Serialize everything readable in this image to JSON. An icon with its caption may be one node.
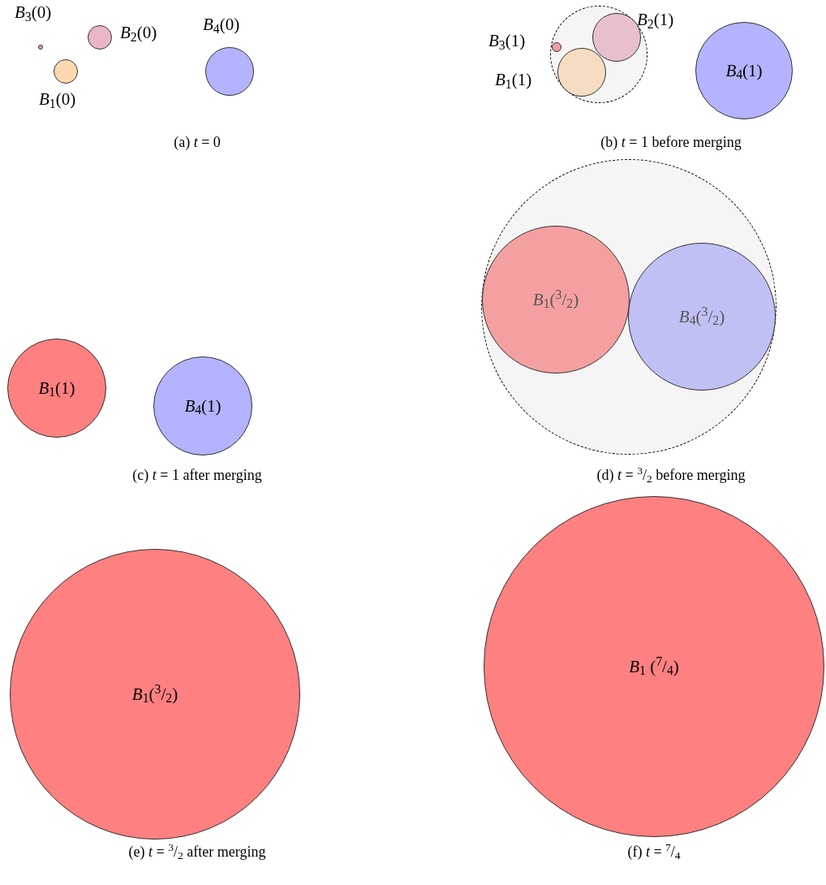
{
  "diagram": {
    "nodes": [
      {
        "text": [],
        "shape": "circle",
        "beside": [
          "*B*$_{3}$(0)"
        ]
      },
      {
        "text": [],
        "shape": "circle",
        "beside": [
          "*B*$_{2}$(0)"
        ]
      },
      {
        "text": [],
        "shape": "circle",
        "beside": [
          "*B*$_{1}$(0)"
        ]
      },
      {
        "text": [],
        "shape": "circle",
        "beside": [
          "*B*$_{4}$(0)"
        ]
      },
      {
        "text": [],
        "shape": "circle"
      },
      {
        "text": [],
        "shape": "circle",
        "in": 4,
        "beside": [
          "*B*$_{3}$(1)"
        ]
      },
      {
        "text": [],
        "shape": "circle",
        "in": 4,
        "beside": [
          "*B*$_{2}$(1)"
        ]
      },
      {
        "text": [],
        "shape": "circle",
        "in": 4,
        "beside": [
          "*B*$_{1}$(1)"
        ]
      },
      {
        "text": [
          "*B*$_{4}$(1)"
        ]
      },
      {
        "text": [
          "*B*$_{1}$(1)"
        ]
      },
      {
        "text": [
          "*B*$_{4}$(1)"
        ]
      },
      {
        "text": [],
        "shape": "circle"
      },
      {
        "text": [
          "*B*$_{1}$($^{3}$/$_{2}$)"
        ],
        "in": 11
      },
      {
        "text": [
          "*B*$_{4}$($^{3}$/$_{2}$)"
        ],
        "in": 11
      },
      {
        "text": [
          "*B*$_{1}$($^{3}$/$_{2}$)"
        ]
      },
      {
        "text": [
          "*B*$_{1}$ ($^{7}$/$_{4}$)"
        ]
      }
    ],
    "labels": [
      "(a) *t* = 0",
      "(b) *t* = 1 before merging",
      "(c) *t* = 1 after merging",
      "(d) *t* = $^{3}$/$_{2}$ before merging",
      "(e) *t* = $^{3}$/$_{2}$ after merging",
      "(f) *t* = $^{7}$/$_{4}$"
    ]
  }
}
